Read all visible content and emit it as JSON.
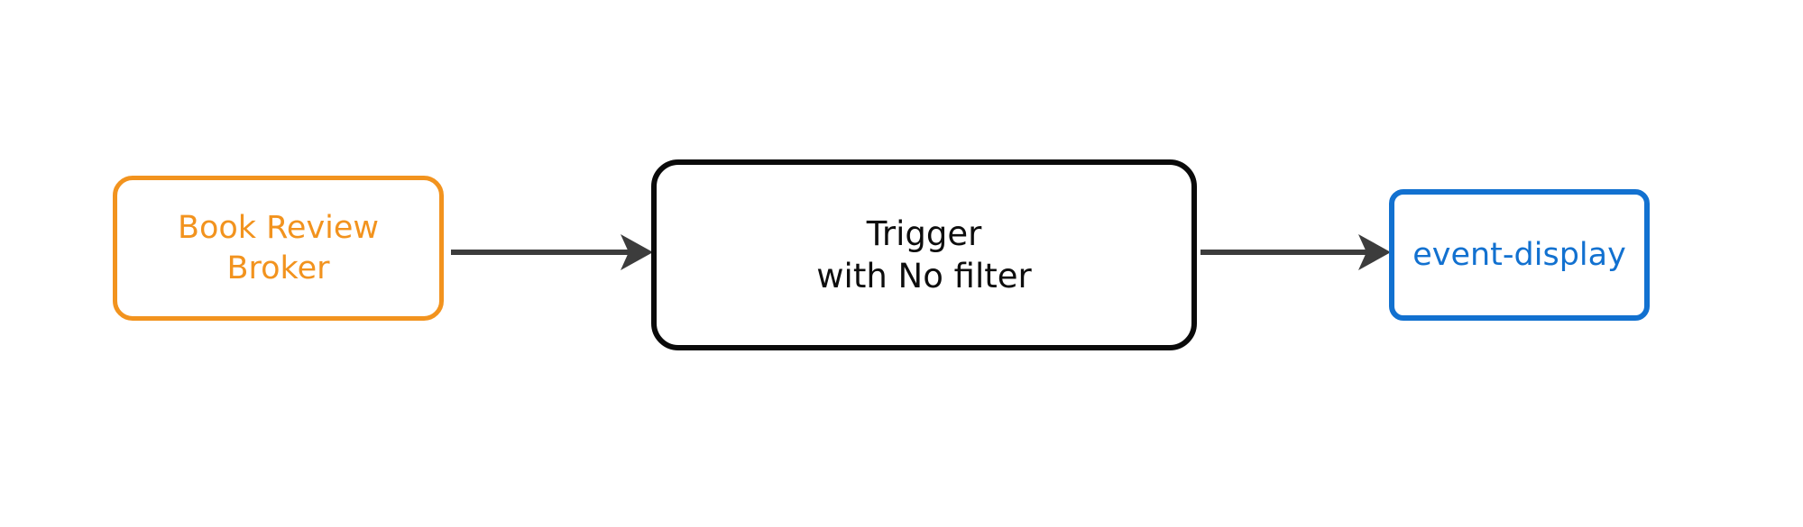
{
  "diagram": {
    "type": "flow",
    "orientation": "left-to-right",
    "background_color": "#ffffff",
    "nodes": [
      {
        "id": "broker",
        "label_lines": [
          "Book Review",
          "Broker"
        ],
        "line1": "Book Review",
        "line2": "Broker",
        "role": "source-broker",
        "border_color": "#f2931e",
        "text_color": "#f2931e",
        "fill_color": "#ffffff",
        "shape": "rounded-rectangle"
      },
      {
        "id": "trigger",
        "label_lines": [
          "Trigger",
          "with No filter"
        ],
        "line1": "Trigger",
        "line2": "with No filter",
        "role": "trigger",
        "border_color": "#0a0a0a",
        "text_color": "#0d0d0d",
        "fill_color": "#ffffff",
        "shape": "rounded-rectangle"
      },
      {
        "id": "event-display",
        "label_lines": [
          "event-display"
        ],
        "line1": "event-display",
        "line2": "",
        "role": "sink-service",
        "border_color": "#1271d0",
        "text_color": "#1271d0",
        "fill_color": "#ffffff",
        "shape": "rounded-rectangle"
      }
    ],
    "edges": [
      {
        "id": "broker-to-trigger",
        "from": "broker",
        "to": "trigger",
        "label": "",
        "color": "#3c3c3c",
        "arrowhead": "solid-triangle"
      },
      {
        "id": "trigger-to-sink",
        "from": "trigger",
        "to": "event-display",
        "label": "",
        "color": "#3c3c3c",
        "arrowhead": "solid-triangle"
      }
    ]
  }
}
